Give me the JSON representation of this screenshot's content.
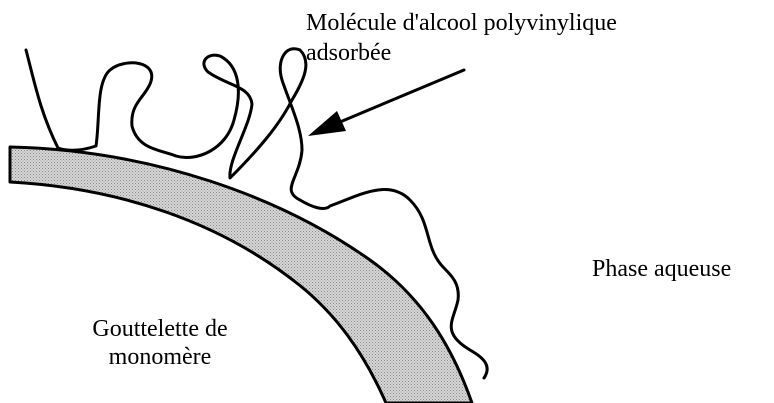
{
  "labels": {
    "molecule_line1": "Molécule d'alcool  polyvinylique",
    "molecule_line2": "adsorbée",
    "aqueous_phase": "Phase aqueuse",
    "droplet_line1": "Gouttelette de",
    "droplet_line2": "monomère"
  },
  "colors": {
    "ink": "#000000",
    "background": "#ffffff",
    "shell_fill": "#d4d4d4",
    "shell_stipple": "#8a8a8a"
  }
}
